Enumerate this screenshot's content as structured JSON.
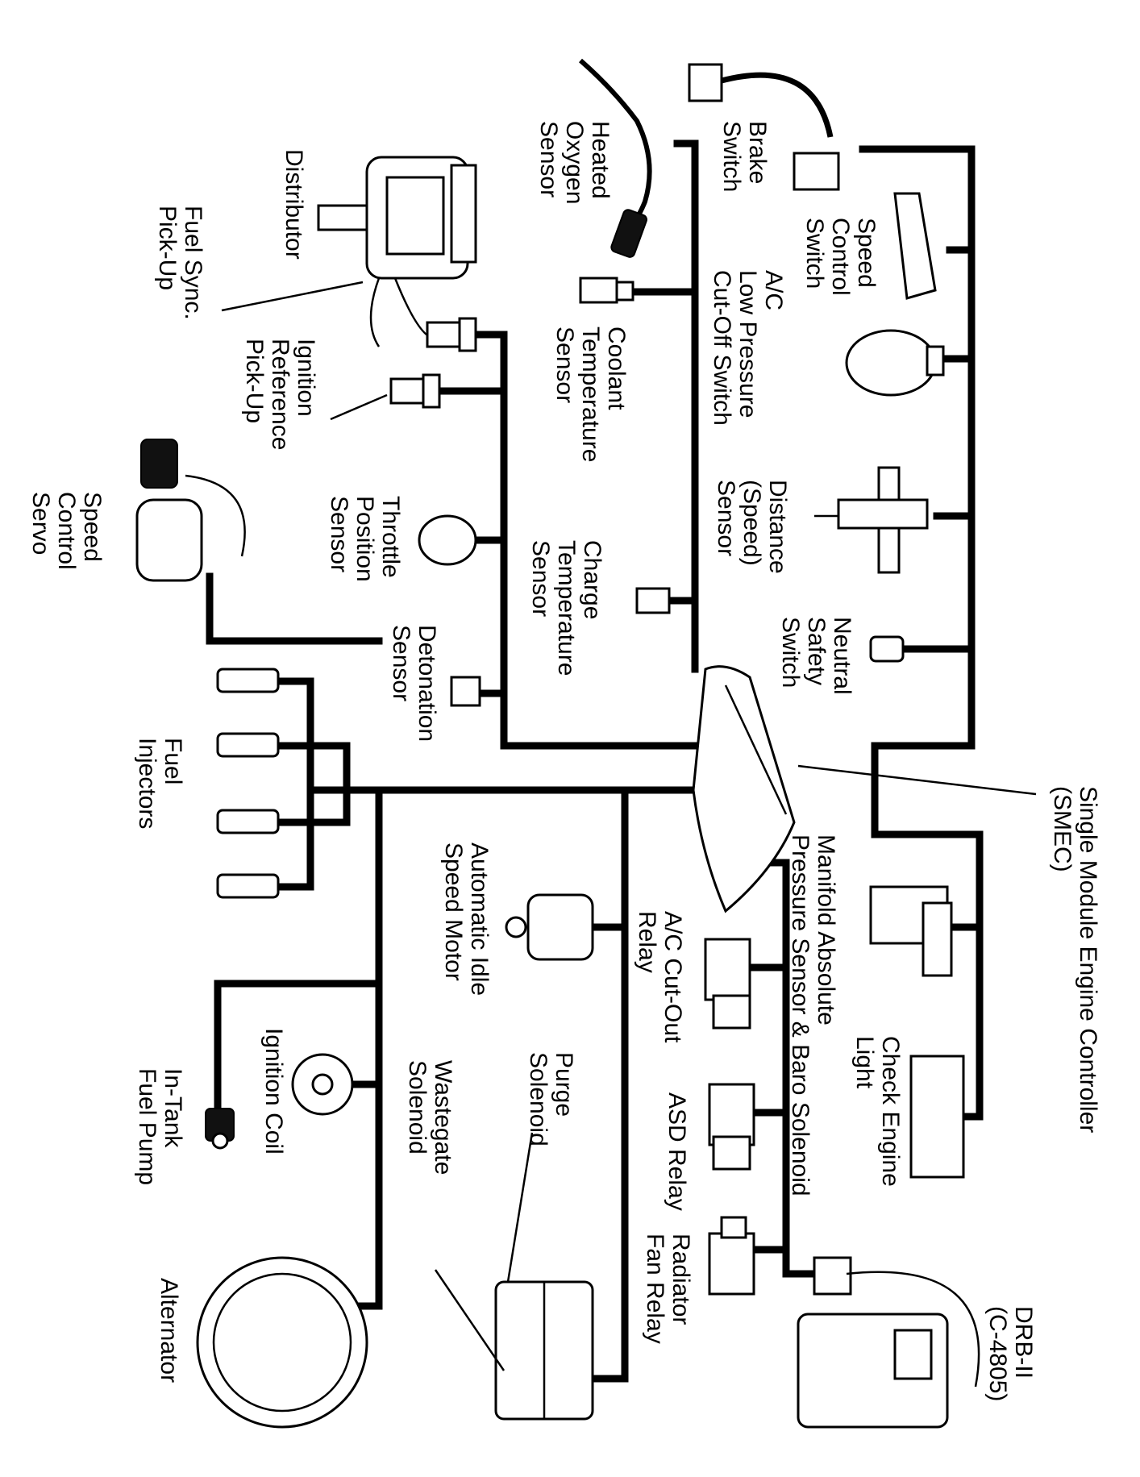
{
  "labels": {
    "heated_oxygen_sensor": "Heated\nOxygen\nSensor",
    "brake_switch": "Brake\nSwitch",
    "speed_control_switch": "Speed\nControl\nSwitch",
    "ac_low_pressure": "A/C\nLow Pressure\nCut-Off Switch",
    "distributor": "Distributor",
    "fuel_sync_pickup": "Fuel Sync.\nPick-Up",
    "coolant_temp_sensor": "Coolant\nTemperature\nSensor",
    "ignition_reference_pickup": "Ignition\nReference\nPick-Up",
    "distance_speed_sensor": "Distance\n(Speed)\nSensor",
    "throttle_position_sensor": "Throttle\nPosition\nSensor",
    "charge_temp_sensor": "Charge\nTemperature\nSensor",
    "speed_control_servo": "Speed\nControl\nServo",
    "neutral_safety_switch": "Neutral\nSafety\nSwitch",
    "detonation_sensor": "Detonation\nSensor",
    "fuel_injectors": "Fuel\nInjectors",
    "smec": "Single Module Engine Controller\n(SMEC)",
    "map_sensor": "Manifold Absolute\nPressure Sensor & Baro Solenoid",
    "automatic_idle_speed_motor": "Automatic Idle\nSpeed Motor",
    "ac_cutout_relay": "A/C Cut-Out\nRelay",
    "check_engine_light": "Check Engine\nLight",
    "ignition_coil": "Ignition Coil",
    "purge_solenoid": "Purge\nSolenoid",
    "wastegate_solenoid": "Wastegate\nSolenoid",
    "asd_relay": "ASD Relay",
    "in_tank_fuel_pump": "In-Tank\nFuel Pump",
    "radiator_fan_relay": "Radiator\nFan Relay",
    "drb_ii": "DRB-II\n(C-4805)",
    "alternator": "Alternator"
  }
}
